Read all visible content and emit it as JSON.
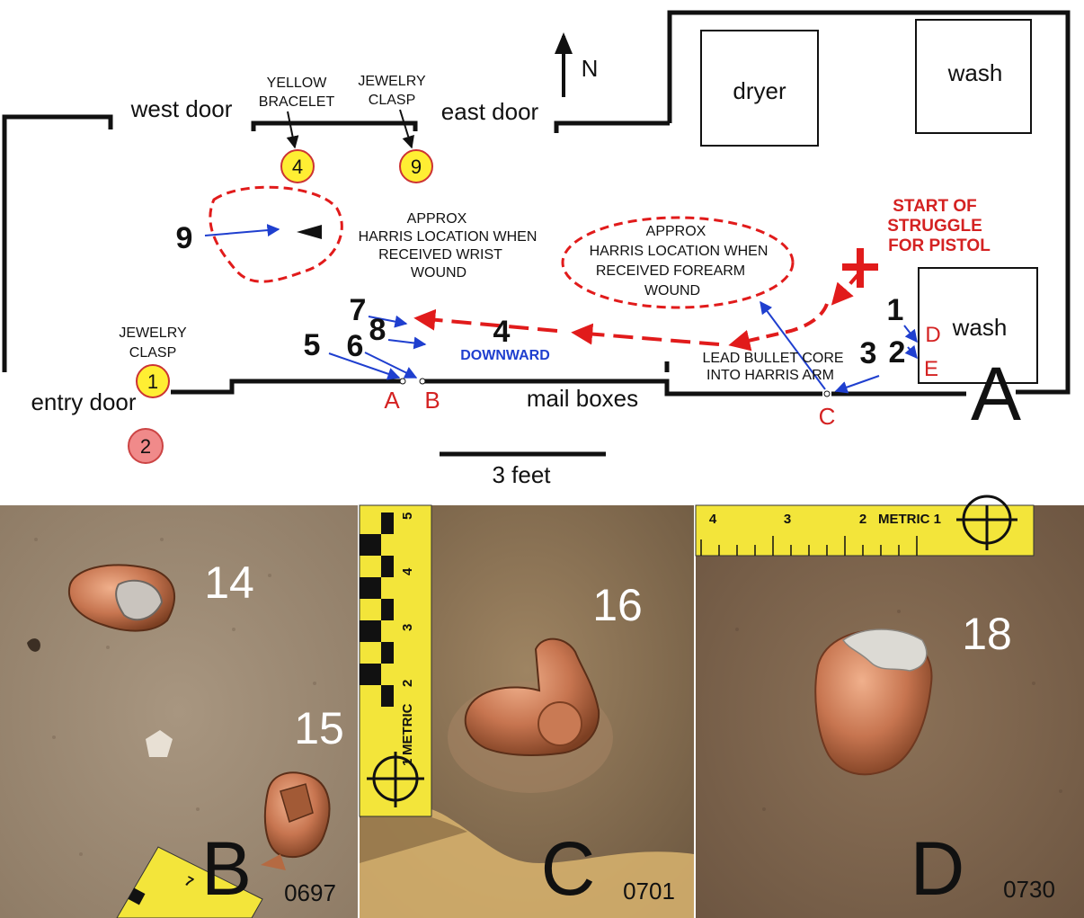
{
  "diagram": {
    "labels": {
      "north": "N",
      "west_door": "west door",
      "east_door": "east door",
      "entry_door": "entry door",
      "mail_boxes": "mail boxes",
      "dryer": "dryer",
      "wash_top": "wash",
      "wash_right": "wash",
      "downward": "DOWNWARD",
      "lead_core_line1": "LEAD BULLET CORE",
      "lead_core_line2": "INTO HARRIS  ARM",
      "start_line1": "START OF",
      "start_line2": "STRUGGLE",
      "start_line3": "FOR PISTOL",
      "wrist_line1": "APPROX",
      "wrist_line2": "HARRIS LOCATION WHEN",
      "wrist_line3": "RECEIVED WRIST",
      "wrist_line4": "WOUND",
      "forearm_line1": "APPROX",
      "forearm_line2": "HARRIS LOCATION WHEN",
      "forearm_line3": "RECEIVED FOREARM",
      "forearm_line4": "WOUND",
      "scale_label": "3 feet",
      "panel_letter": "A"
    },
    "evidence_markers": [
      {
        "number": "4",
        "label_line1": "YELLOW",
        "label_line2": "BRACELET",
        "color": "#ffee33"
      },
      {
        "number": "9",
        "label_line1": "JEWELRY",
        "label_line2": "CLASP",
        "color": "#ffee33"
      },
      {
        "number": "1",
        "label_line1": "JEWELRY",
        "label_line2": "CLASP",
        "color": "#ffee33"
      },
      {
        "number": "2",
        "label_line1": "",
        "label_line2": "",
        "color": "#f08a8a"
      }
    ],
    "shot_numbers": [
      "9",
      "7",
      "8",
      "5",
      "6",
      "4",
      "3",
      "1",
      "2"
    ],
    "impact_points": [
      "A",
      "B",
      "C",
      "D",
      "E"
    ],
    "colors": {
      "walls": "#111111",
      "trajectory": "#1f3fcf",
      "struggle": "#e11b1b",
      "red_text": "#d42222",
      "marker_yellow": "#ffee33",
      "marker_pink": "#f08a8a"
    }
  },
  "photos": [
    {
      "panel": "B",
      "code": "0697",
      "items": [
        "14",
        "15"
      ],
      "scale_text": "7"
    },
    {
      "panel": "C",
      "code": "0701",
      "items": [
        "16"
      ],
      "scale_text": "METRIC",
      "scale_ticks": [
        "5",
        "4",
        "3",
        "2",
        "1"
      ]
    },
    {
      "panel": "D",
      "code": "0730",
      "items": [
        "18"
      ],
      "scale_text": "METRIC 1",
      "scale_ticks": [
        "4",
        "3",
        "2"
      ]
    }
  ]
}
